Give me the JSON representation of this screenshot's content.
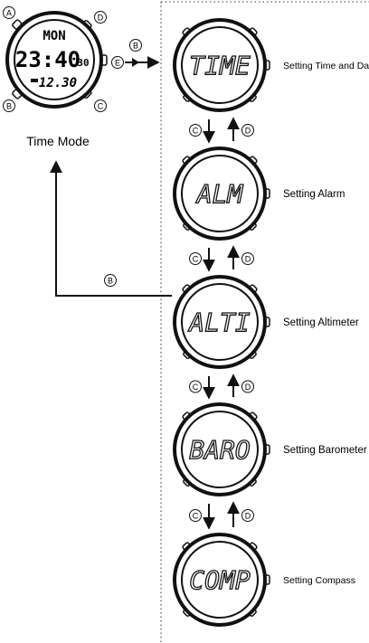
{
  "time_mode": {
    "caption": "Time Mode",
    "display": {
      "day": "MON",
      "time": "23:40",
      "seconds": "30",
      "date": "12.30"
    },
    "buttons": {
      "top_left": "A",
      "bottom_left": "B",
      "bottom_right": "C",
      "top_right": "D",
      "side": "E"
    }
  },
  "flow": {
    "entry_button": "B",
    "return_button": "B",
    "down_button": "C",
    "up_button": "D"
  },
  "settings": [
    {
      "display": "TIME",
      "label": "Setting Time and Date"
    },
    {
      "display": "ALM",
      "label": "Setting Alarm"
    },
    {
      "display": "ALTI",
      "label": "Setting Altimeter"
    },
    {
      "display": "BARO",
      "label": "Setting Barometer"
    },
    {
      "display": "COMP",
      "label": "Setting Compass"
    }
  ]
}
